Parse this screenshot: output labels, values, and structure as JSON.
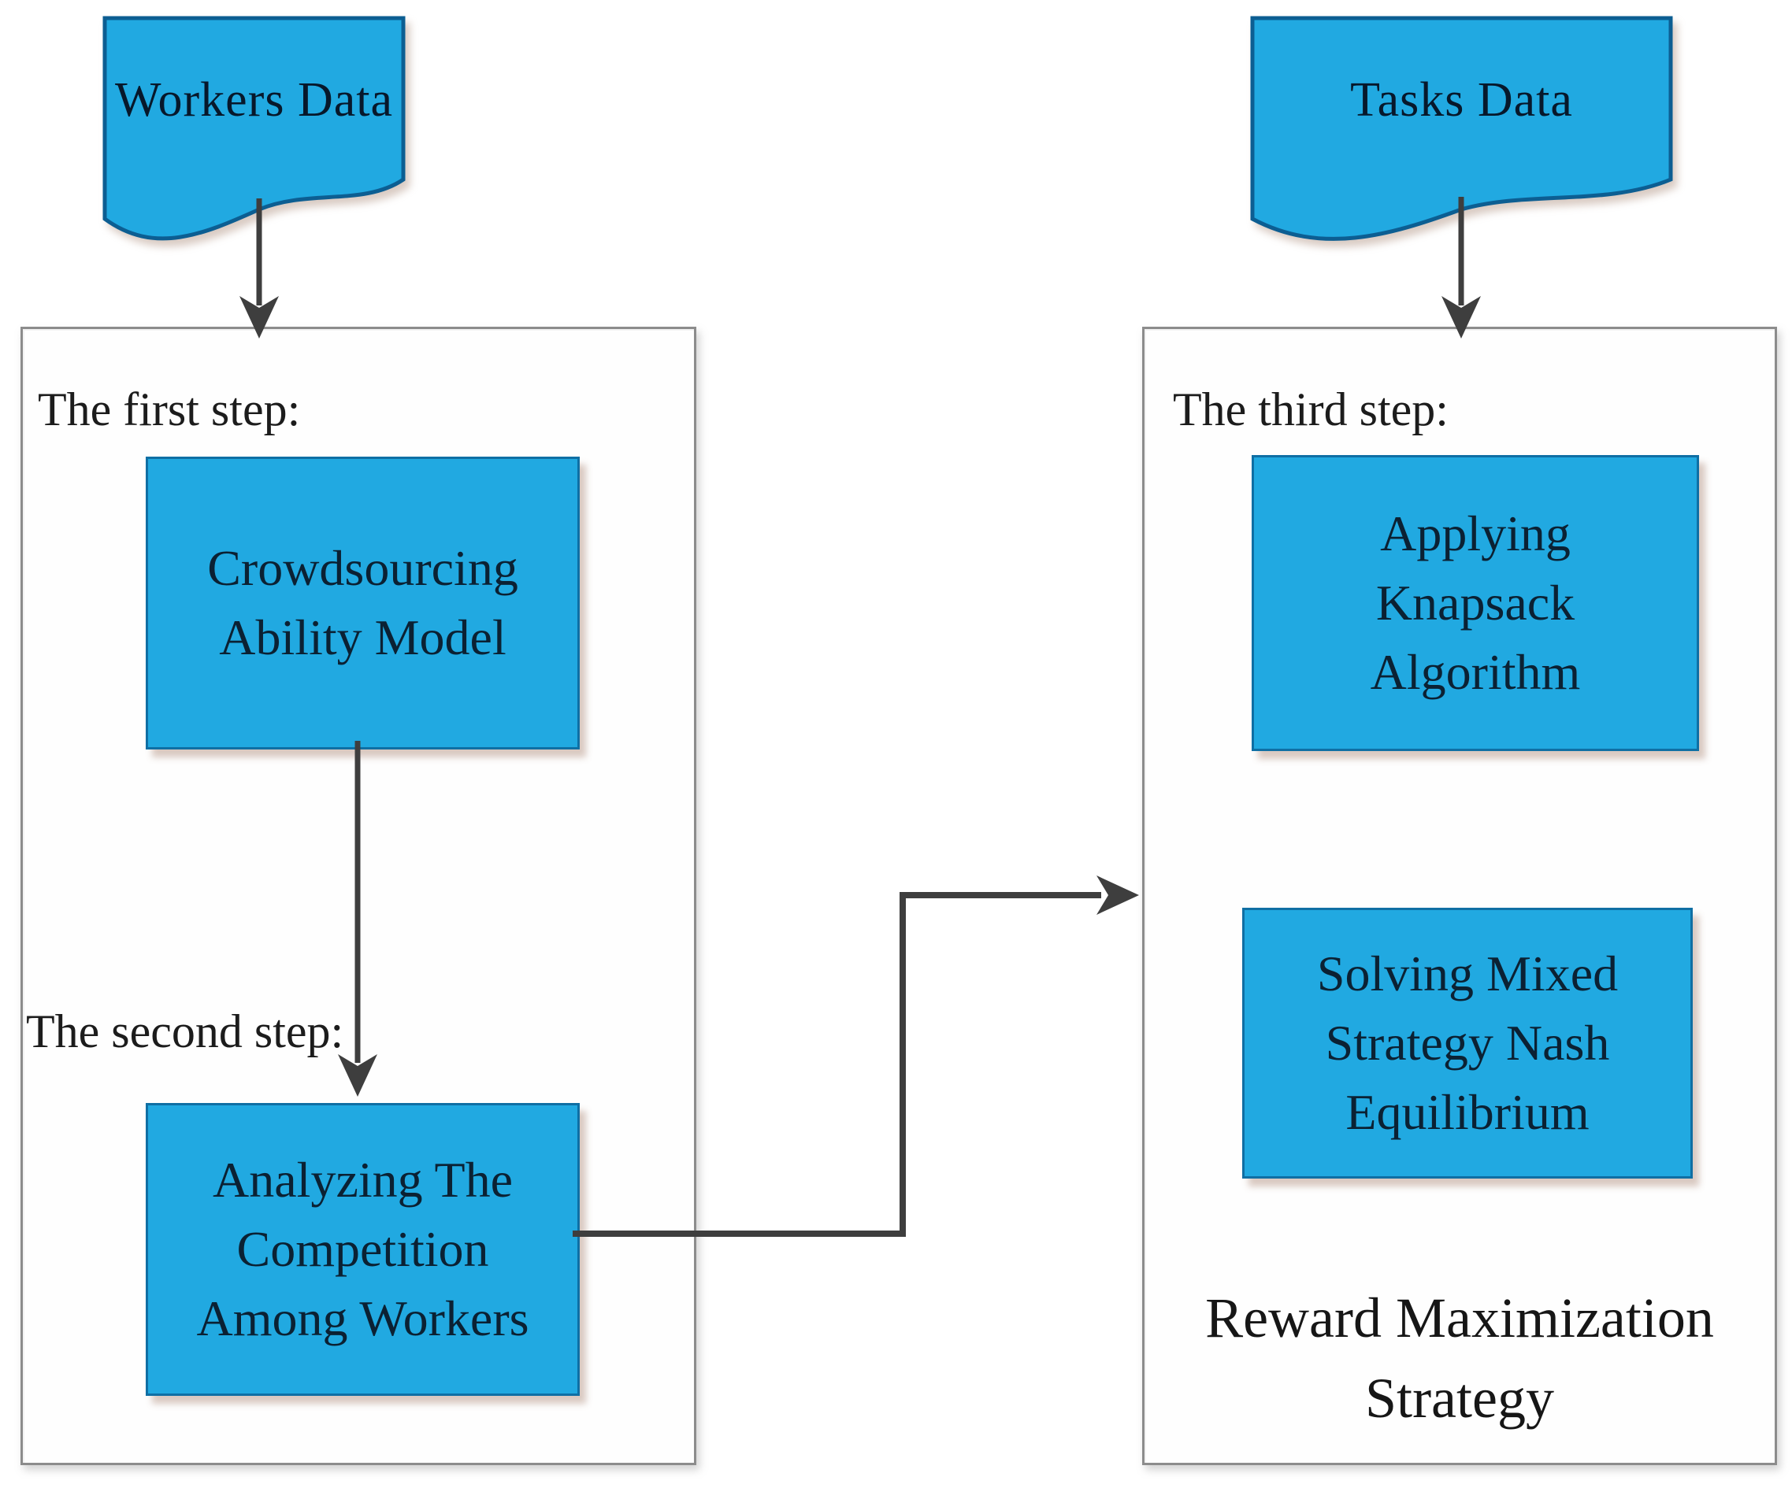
{
  "sources": {
    "workers": {
      "label": "Workers Data"
    },
    "tasks": {
      "label": "Tasks Data"
    }
  },
  "steps": {
    "first": {
      "label": "The first step:",
      "node": "Crowdsourcing Ability Model"
    },
    "second": {
      "label": "The second step:",
      "node": "Analyzing The Competition Among Workers"
    },
    "third": {
      "label": "The third step:",
      "node_knapsack": "Applying Knapsack Algorithm",
      "node_nash": "Solving Mixed Strategy Nash Equilibrium",
      "caption": "Reward Maximization Strategy"
    }
  },
  "edges": [
    {
      "from": "workers-data-document",
      "to": "step1-container"
    },
    {
      "from": "tasks-data-document",
      "to": "step3-container"
    },
    {
      "from": "crowdsourcing-ability-model-node",
      "to": "analyzing-competition-node"
    },
    {
      "from": "analyzing-competition-node",
      "to": "step3-container"
    }
  ],
  "colors": {
    "node_fill": "#21A9E1",
    "node_border": "#0F6FA4",
    "document_border": "#0C5E92",
    "arrow": "#3E3E3E",
    "container_border": "#8C8C8C",
    "text": "#0B2133"
  }
}
